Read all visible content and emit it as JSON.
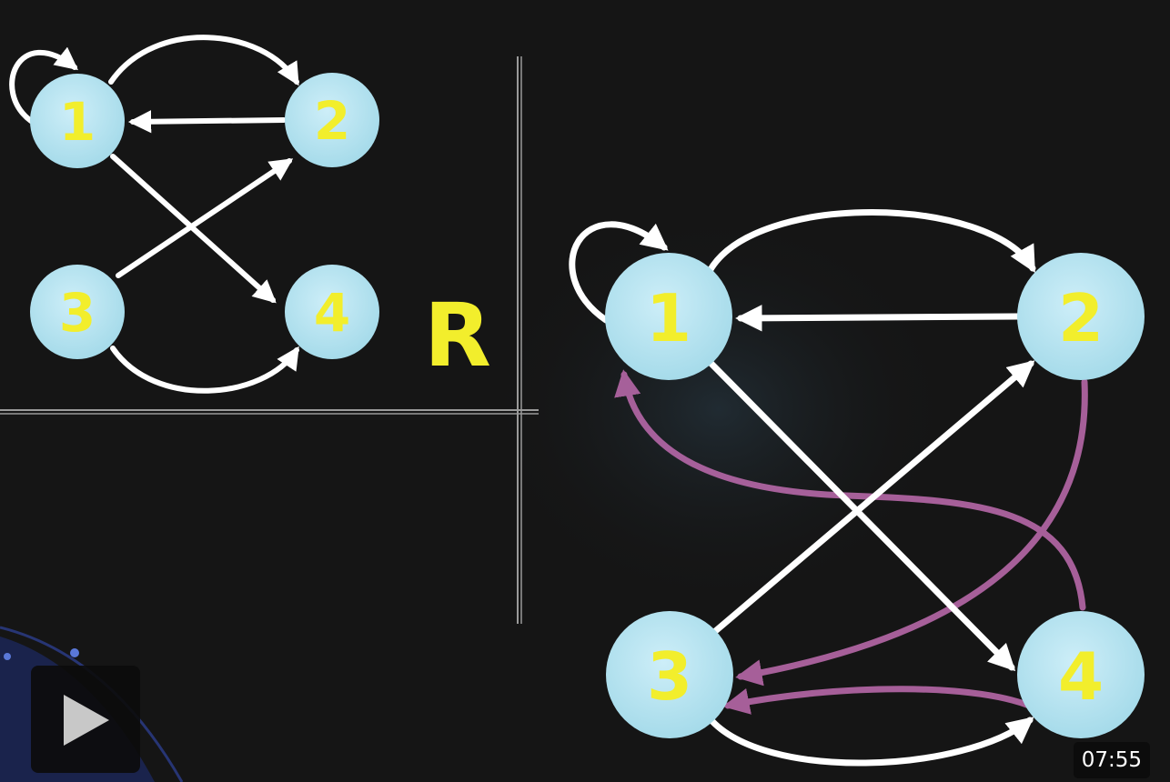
{
  "relation_label": "R",
  "small_graph": {
    "nodes": [
      "1",
      "2",
      "3",
      "4"
    ],
    "edges": [
      [
        "1",
        "1"
      ],
      [
        "1",
        "2"
      ],
      [
        "2",
        "1"
      ],
      [
        "1",
        "4"
      ],
      [
        "3",
        "2"
      ],
      [
        "3",
        "4"
      ]
    ]
  },
  "large_graph": {
    "nodes": [
      "1",
      "2",
      "3",
      "4"
    ],
    "edges": [
      [
        "1",
        "1"
      ],
      [
        "1",
        "2"
      ],
      [
        "2",
        "1"
      ],
      [
        "1",
        "4"
      ],
      [
        "3",
        "2"
      ],
      [
        "3",
        "4"
      ]
    ],
    "added_edges": [
      [
        "4",
        "1"
      ],
      [
        "2",
        "3"
      ],
      [
        "4",
        "3"
      ]
    ]
  },
  "colors": {
    "background": "#151515",
    "node_fill": "#b8e4f0",
    "node_label": "#f2ee2c",
    "edge": "#ffffff",
    "added_edge": "#b668a8",
    "relation_label": "#f2ee2c"
  },
  "player": {
    "play_icon": "play-icon",
    "timestamp": "07:55"
  }
}
